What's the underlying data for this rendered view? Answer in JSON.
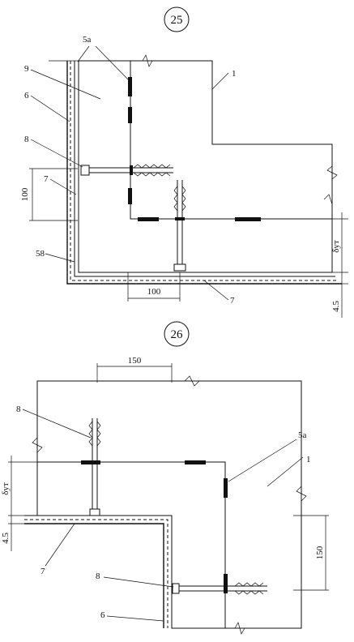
{
  "detail_25": {
    "number": "25",
    "labels": {
      "l5a": "5а",
      "l9": "9",
      "l6": "6",
      "l8": "8",
      "l7_left": "7",
      "l100_vert": "100",
      "l58": "58",
      "l1": "1",
      "l100_horiz": "100",
      "l7_bottom": "7",
      "l_delta": "δут",
      "l45": "4.5"
    }
  },
  "detail_26": {
    "number": "26",
    "labels": {
      "l150_top": "150",
      "l8_top": "8",
      "l5a": "5а",
      "l1": "1",
      "l_delta": "δут",
      "l45": "4.5",
      "l7": "7",
      "l150_right": "150",
      "l8_bottom": "8",
      "l6": "6"
    }
  }
}
